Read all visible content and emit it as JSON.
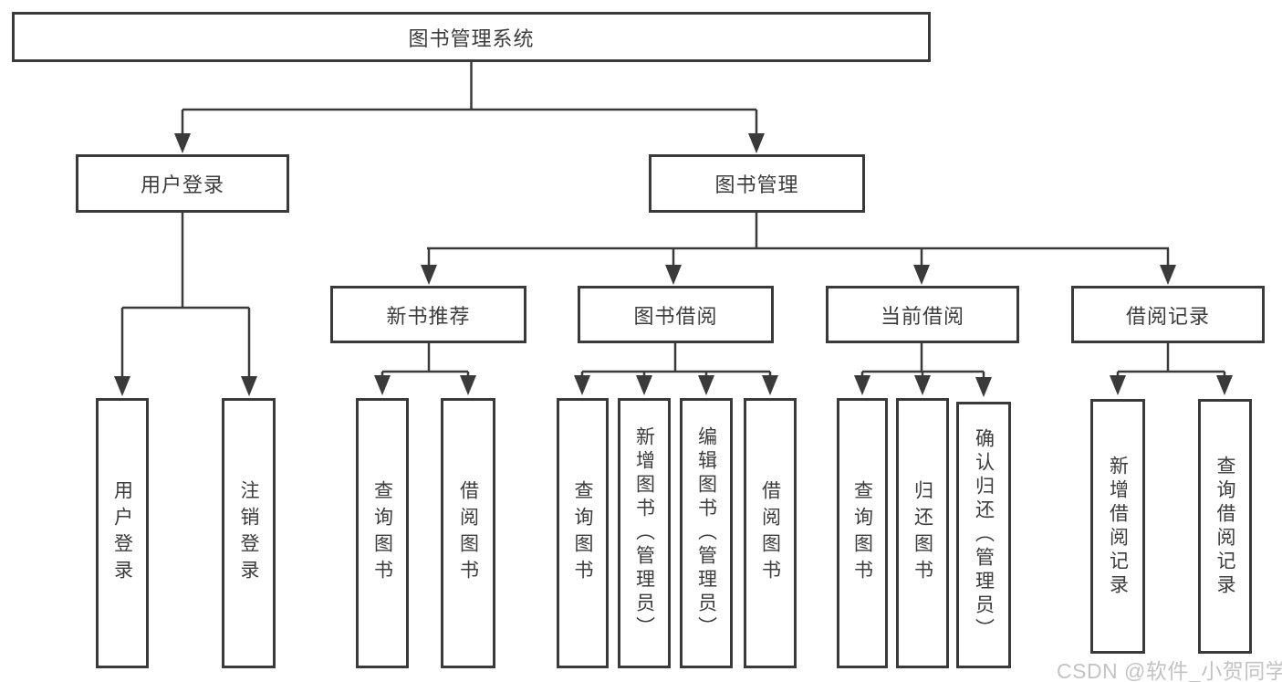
{
  "diagram": {
    "root": "图书管理系统",
    "level2": [
      "用户登录",
      "图书管理"
    ],
    "level3": [
      "新书推荐",
      "图书借阅",
      "当前借阅",
      "借阅记录"
    ],
    "leaves": [
      "用户登录",
      "注销登录",
      "查询图书",
      "借阅图书",
      "查询图书",
      "新增图书（管理员）",
      "编辑图书（管理员）",
      "借阅图书",
      "查询图书",
      "归还图书",
      "确认归还（管理员）",
      "新增借阅记录",
      "查询借阅记录"
    ]
  },
  "watermark": "CSDN @软件_小贺同学",
  "colors": {
    "line": "#3a3a3a",
    "box_border": "#3a3a3a",
    "text": "#3c3c3c",
    "background": "#ffffff",
    "watermark": "#b9b9b9"
  }
}
